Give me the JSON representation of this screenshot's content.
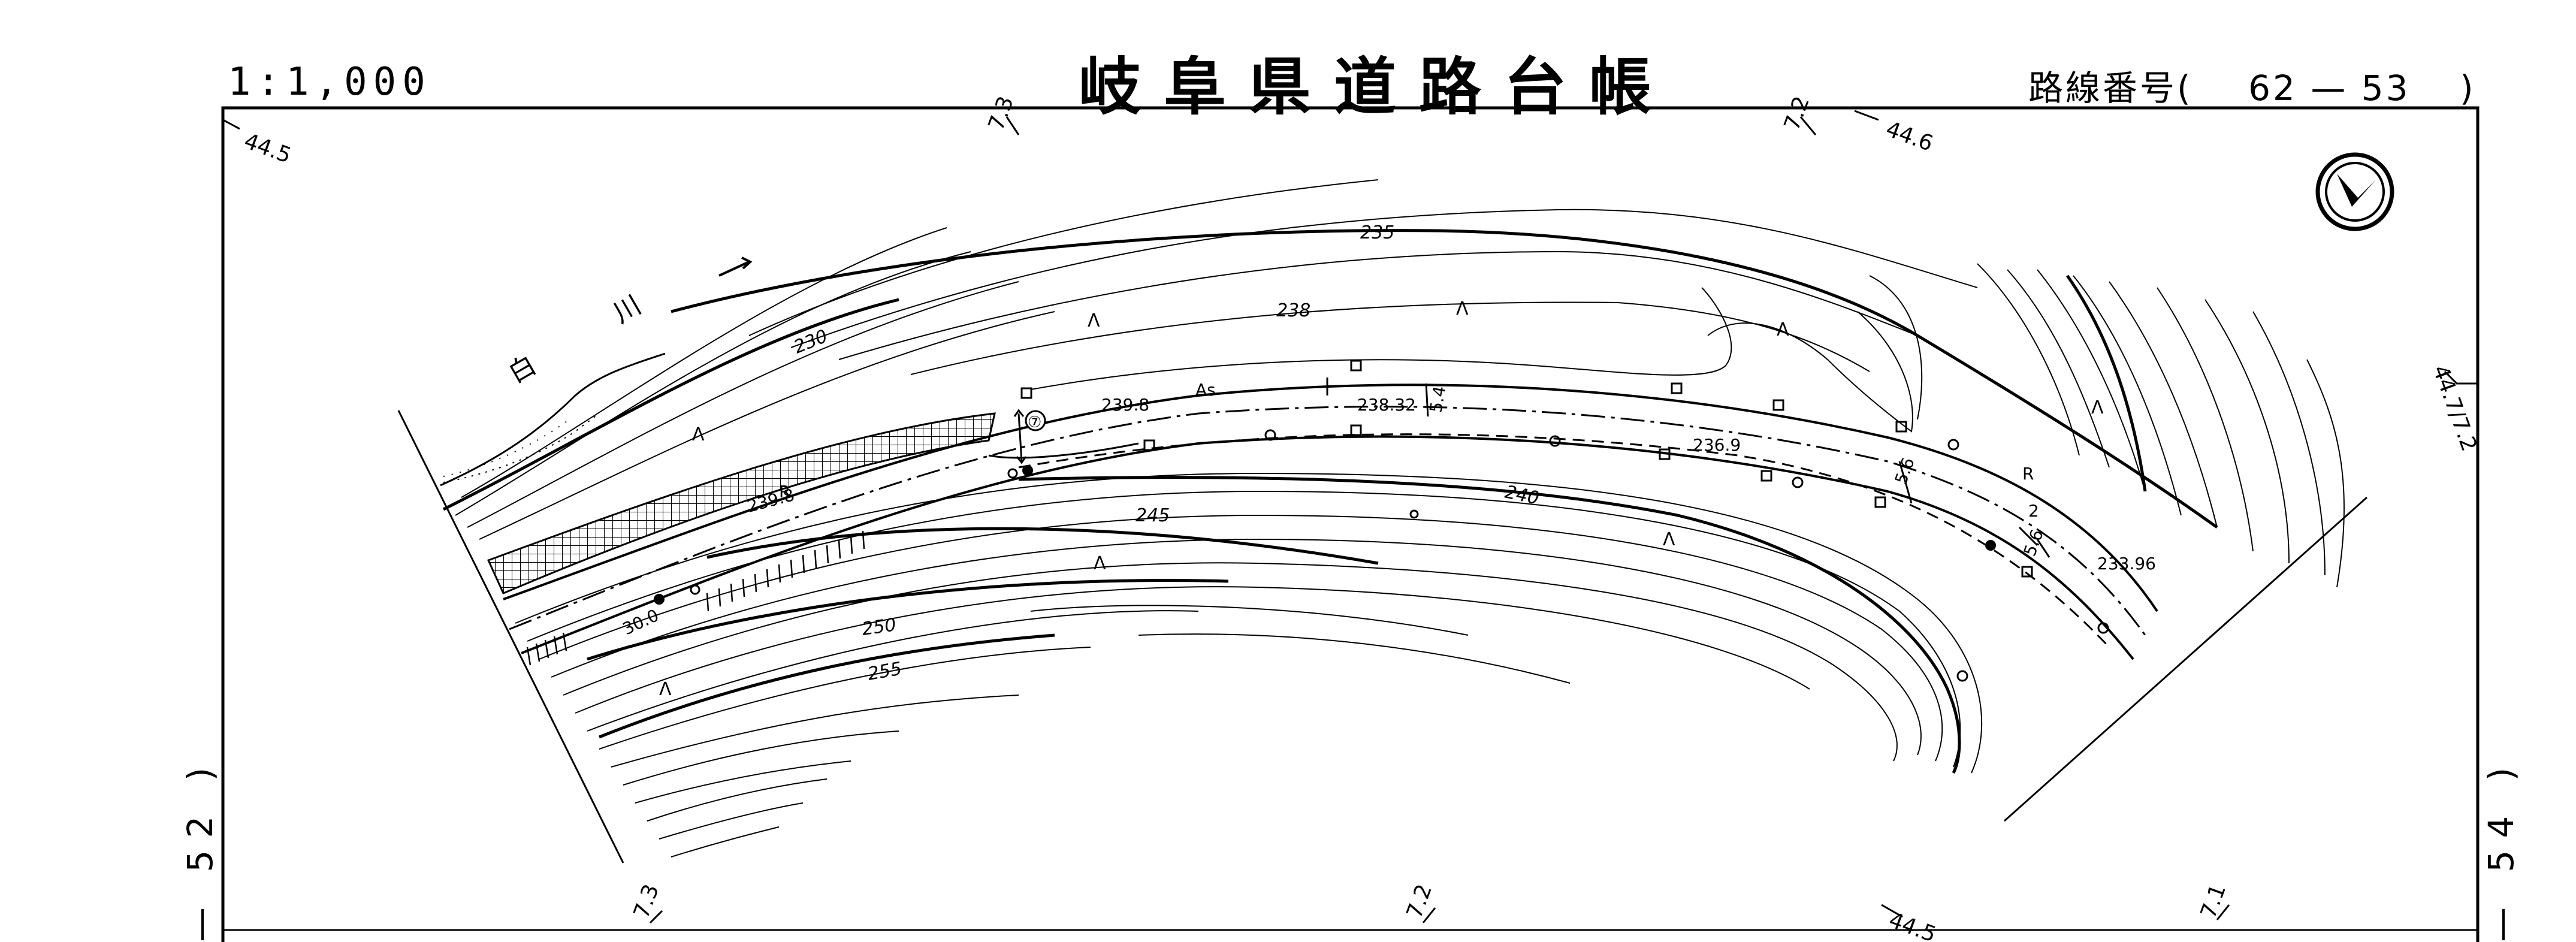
{
  "header": {
    "scale": "1:1,000",
    "title": "岐阜県道路台帳",
    "route_label": "路線番号(",
    "route_number": "62 — 53",
    "route_close": ")"
  },
  "sheet_refs": {
    "left": "— 52 )",
    "right": "— 54 )"
  },
  "grid_labels": {
    "top": [
      "44.5",
      "7.3",
      "7.2",
      "44.6"
    ],
    "bottom": [
      "7.3",
      "7.2",
      "44.5",
      "7.1"
    ],
    "right": "44.7/7.2"
  },
  "river": {
    "name_chars": [
      "白",
      "川"
    ]
  },
  "contours": [
    "230",
    "235",
    "238",
    "240",
    "245",
    "250",
    "255"
  ],
  "road_labels": [
    "239.8",
    "239.8",
    "238.32",
    "236.9",
    "233.96",
    "As",
    "R",
    "R",
    "30.0",
    "5.6",
    "5.4",
    "2",
    "5.6"
  ],
  "marker": "⑦",
  "north_icon": "north-arrow-icon"
}
